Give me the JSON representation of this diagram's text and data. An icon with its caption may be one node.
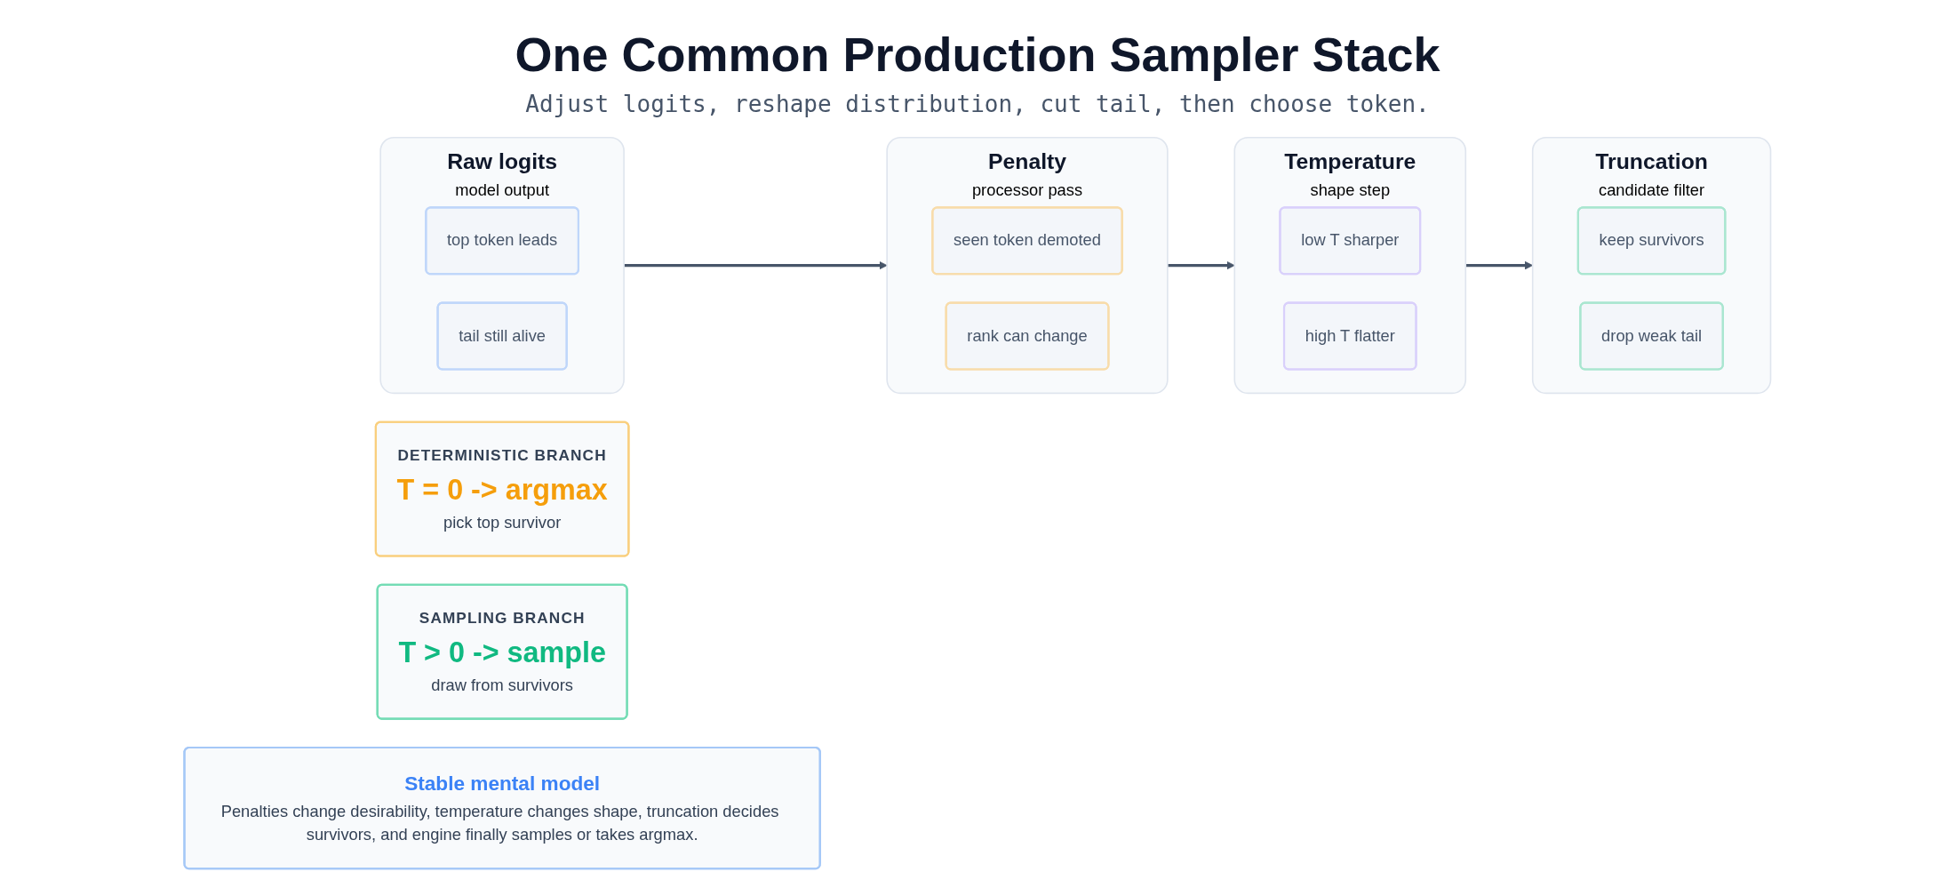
{
  "diagram": {
    "title": "One Common Production Sampler Stack",
    "nodes": [
      {
        "text": [
          "Raw logits",
          "model output"
        ]
      },
      {
        "text": [
          "top token leads"
        ],
        "in": 0
      },
      {
        "text": [
          "tail still alive"
        ],
        "in": 0
      },
      {
        "text": [
          "Penalty",
          "processor pass"
        ]
      },
      {
        "text": [
          "seen token demoted"
        ],
        "in": 3
      },
      {
        "text": [
          "rank can change"
        ],
        "in": 3
      },
      {
        "text": [
          "Temperature",
          "shape step"
        ]
      },
      {
        "text": [
          "low T sharper"
        ],
        "in": 6
      },
      {
        "text": [
          "high T flatter"
        ],
        "in": 6
      },
      {
        "text": [
          "Truncation",
          "candidate filter"
        ]
      },
      {
        "text": [
          "keep survivors"
        ],
        "in": 9
      },
      {
        "text": [
          "drop weak tail"
        ],
        "in": 9
      },
      {
        "text": [
          "DETERMINISTIC BRANCH",
          "T = 0 -> argmax",
          "pick top survivor"
        ]
      },
      {
        "text": [
          "SAMPLING BRANCH",
          "T > 0 -> sample",
          "draw from survivors"
        ]
      },
      {
        "text": [
          "Stable mental model",
          "Penalties change desirability, temperature changes shape, truncation decides survivors, and engine finally samples or takes argmax."
        ]
      }
    ],
    "edges": [
      {
        "from": 0,
        "to": 3,
        "arrow": "to"
      },
      {
        "from": 3,
        "to": 6,
        "arrow": "to"
      },
      {
        "from": 6,
        "to": 9,
        "arrow": "to"
      }
    ],
    "labels": [
      "Adjust logits, reshape distribution, cut tail, then choose token."
    ]
  }
}
